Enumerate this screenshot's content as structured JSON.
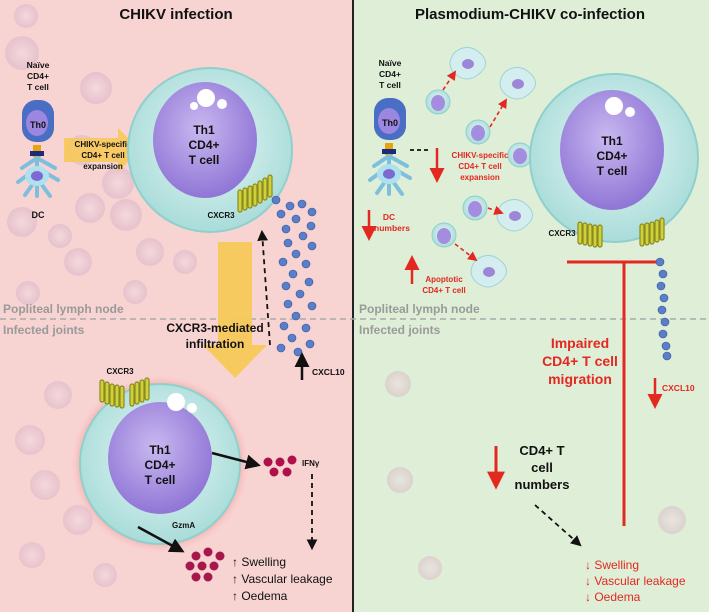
{
  "colors": {
    "left_bg": "#f7d3d2",
    "right_bg": "#dfeed6",
    "divider": "#222222",
    "red": "#e32822",
    "cell_body": "#bfe6e4",
    "nucleus": "#a48ce0",
    "receptor": "#c9c93a",
    "chemokine": "#5b7ec8",
    "cytokine": "#b0104a",
    "yellow_arrow": "#f7c95a",
    "label_gray": "#9a9a9a"
  },
  "left": {
    "title": "CHIKV infection",
    "naive_label": [
      "Naïve",
      "CD4+",
      "T cell"
    ],
    "th0": "Th0",
    "dc": "DC",
    "expansion_label": [
      "CHIKV-specific",
      "CD4+ T cell",
      "expansion"
    ],
    "th1_label": [
      "Th1",
      "CD4+",
      "T cell"
    ],
    "cxcr3_top": "CXCR3",
    "infiltration_label": [
      "CXCR3-mediated",
      "infiltration"
    ],
    "cxcl10": "CXCL10",
    "cxcr3_bottom": "CXCR3",
    "th1_bottom_label": [
      "Th1",
      "CD4+",
      "T cell"
    ],
    "ifng": "IFNγ",
    "gzma": "GzmA",
    "outcomes": [
      "↑ Swelling",
      "↑ Vascular leakage",
      "↑ Oedema"
    ]
  },
  "right": {
    "title": "Plasmodium-CHIKV co-infection",
    "naive_label": [
      "Naïve",
      "CD4+",
      "T cell"
    ],
    "th0": "Th0",
    "expansion_label": [
      "CHIKV-specific",
      "CD4+ T cell",
      "expansion"
    ],
    "dc_numbers": [
      "DC",
      "numbers"
    ],
    "apoptotic_label": [
      "Apoptotic",
      "CD4+ T cell"
    ],
    "th1_label": [
      "Th1",
      "CD4+",
      "T cell"
    ],
    "cxcr3": "CXCR3",
    "impaired_label": [
      "Impaired",
      "CD4+ T cell",
      "migration"
    ],
    "cxcl10": "CXCL10",
    "cd4_numbers": [
      "CD4+ T",
      "cell",
      "numbers"
    ],
    "outcomes": [
      "↓ Swelling",
      "↓ Vascular leakage",
      "↓ Oedema"
    ]
  },
  "regions": {
    "lymph_node": "Popliteal lymph node",
    "joints": "Infected joints"
  }
}
